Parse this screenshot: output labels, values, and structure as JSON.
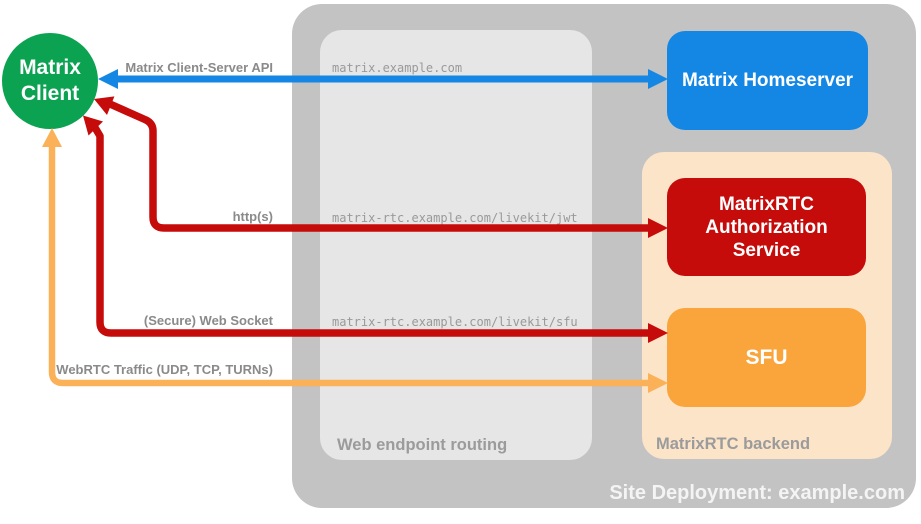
{
  "client": {
    "lines": [
      "Matrix",
      "Client"
    ]
  },
  "homeserver": {
    "label": "Matrix Homeserver"
  },
  "auth_service": {
    "lines": [
      "MatrixRTC",
      "Authorization",
      "Service"
    ]
  },
  "sfu": {
    "label": "SFU"
  },
  "routing": {
    "label": "Web endpoint routing",
    "endpoints": [
      "matrix.example.com",
      "matrix-rtc.example.com/livekit/jwt",
      "matrix-rtc.example.com/livekit/sfu"
    ]
  },
  "backend": {
    "label": "MatrixRTC backend"
  },
  "deployment": {
    "label": "Site Deployment: example.com"
  },
  "arrows": {
    "client_server_api": {
      "label": "Matrix Client-Server API",
      "color": "#1487e5",
      "style": "double-headed"
    },
    "https": {
      "label": "http(s)",
      "color": "#c60b0b",
      "style": "double-headed"
    },
    "websocket": {
      "label": "(Secure) Web Socket",
      "color": "#c60b0b",
      "style": "double-headed"
    },
    "webrtc": {
      "label": "WebRTC Traffic (UDP, TCP, TURNs)",
      "color": "#fbb157",
      "style": "double-headed"
    }
  },
  "colors": {
    "site_container": "#c3c3c3",
    "routing_box": "#e6e6e6",
    "backend_box": "#fce4c9",
    "homeserver": "#1487e5",
    "auth_service": "#c60b0b",
    "sfu": "#faa43c",
    "client": "#0ba351",
    "zone_label_text": "#9b9b9b",
    "endpoint_text": "#999999",
    "arrow_label_text": "#8a8a8a",
    "deployment_label_text": "#f4f4f4"
  }
}
